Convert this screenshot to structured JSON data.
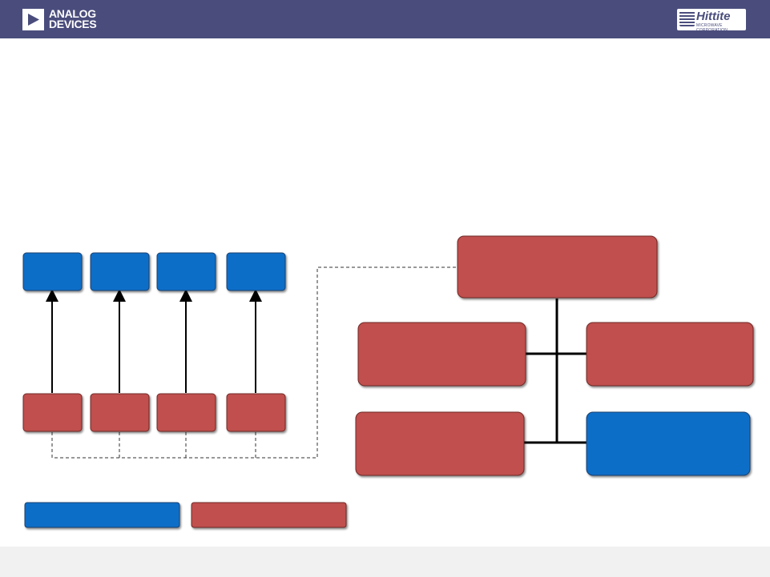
{
  "header": {
    "logo_left": {
      "line1": "ANALOG",
      "line2": "DEVICES",
      "icon": "play-triangle-icon"
    },
    "logo_right": {
      "word": "Hittite",
      "sub": "MICROWAVE CORPORATION",
      "icon": "globe-icon"
    }
  },
  "colors": {
    "header_bg": "#4a4d7c",
    "blue": "#0a6ec8",
    "red": "#c0504d",
    "footer_bg": "#f1f1f1"
  },
  "diagram": {
    "left_group": {
      "top_boxes": [
        "blue",
        "blue",
        "blue",
        "blue"
      ],
      "bottom_boxes": [
        "red",
        "red",
        "red",
        "red"
      ]
    },
    "right_group": {
      "root": "red",
      "children": [
        "red",
        "red",
        "red",
        "blue"
      ]
    },
    "legend": [
      "blue",
      "red"
    ]
  }
}
